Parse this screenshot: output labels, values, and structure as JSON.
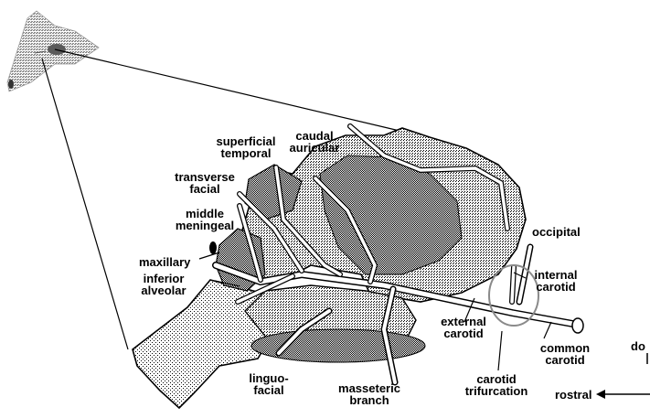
{
  "labels": {
    "superficial_temporal": [
      "superficial",
      "temporal"
    ],
    "caudal_auricular": [
      "caudal",
      "auricular"
    ],
    "transverse_facial": [
      "transverse",
      "facial"
    ],
    "middle_meningeal": [
      "middle",
      "meningeal"
    ],
    "maxillary": "maxillary",
    "inferior_alveolar": [
      "inferior",
      "alveolar"
    ],
    "occipital": "occipital",
    "internal_carotid": [
      "internal",
      "carotid"
    ],
    "external_carotid": [
      "external",
      "carotid"
    ],
    "common_carotid": [
      "common",
      "carotid"
    ],
    "linguofacial": [
      "linguo-",
      "facial"
    ],
    "masseteric_branch": [
      "masseteric",
      "branch"
    ],
    "carotid_trifurcation": [
      "carotid",
      "trifurcation"
    ],
    "rostral": "rostral",
    "dorsal_partial": "do"
  },
  "colors": {
    "ink": "#000000",
    "stipple": "#555555",
    "background": "#ffffff"
  }
}
